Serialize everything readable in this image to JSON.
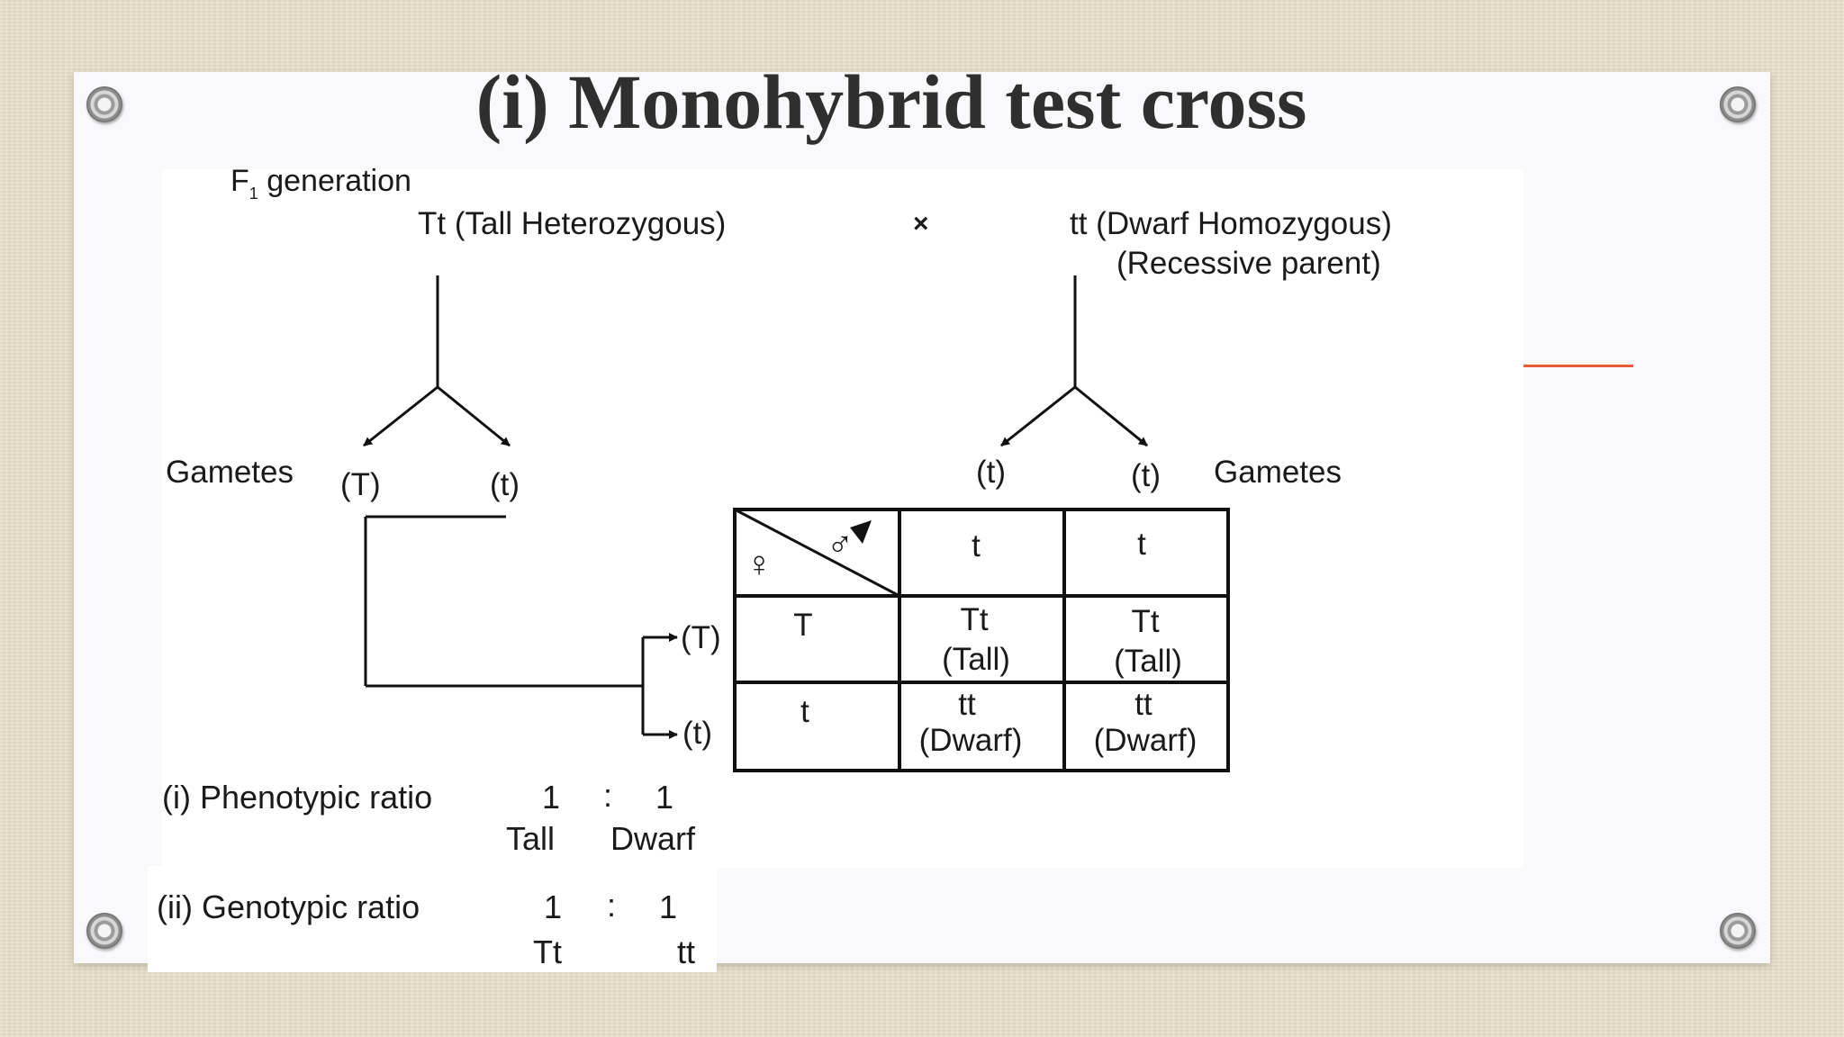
{
  "title": "(i) Monohybrid test cross",
  "f1": {
    "label": "F",
    "subscript": "1",
    "label_rest": " generation"
  },
  "cross": {
    "parent1": "Tt (Tall Heterozygous)",
    "symbol": "×",
    "parent2": "tt  (Dwarf Homozygous)",
    "parent2_note": "(Recessive parent)"
  },
  "gametes": {
    "left_label": "Gametes",
    "left": [
      "(T)",
      "(t)"
    ],
    "right": [
      "(t)",
      "(t)"
    ],
    "right_label": "Gametes",
    "bracket": [
      "(T)",
      "(t)"
    ]
  },
  "punnett": {
    "female_symbol": "♀",
    "male_symbol": "♂",
    "col_headers": [
      "t",
      "t"
    ],
    "row_headers": [
      "T",
      "t"
    ],
    "cells": [
      [
        {
          "geno": "Tt",
          "pheno": "(Tall)"
        },
        {
          "geno": "Tt",
          "pheno": "(Tall)"
        }
      ],
      [
        {
          "geno": "tt",
          "pheno": "(Dwarf)"
        },
        {
          "geno": "tt",
          "pheno": "(Dwarf)"
        }
      ]
    ]
  },
  "ratios": {
    "phenotypic": {
      "label": "(i) Phenotypic ratio",
      "a": "1",
      "sep": ":",
      "b": "1",
      "a_label": "Tall",
      "b_label": "Dwarf"
    },
    "genotypic": {
      "label": "(ii) Genotypic ratio",
      "a": "1",
      "sep": ":",
      "b": "1",
      "a_label": "Tt",
      "b_label": "tt"
    }
  }
}
